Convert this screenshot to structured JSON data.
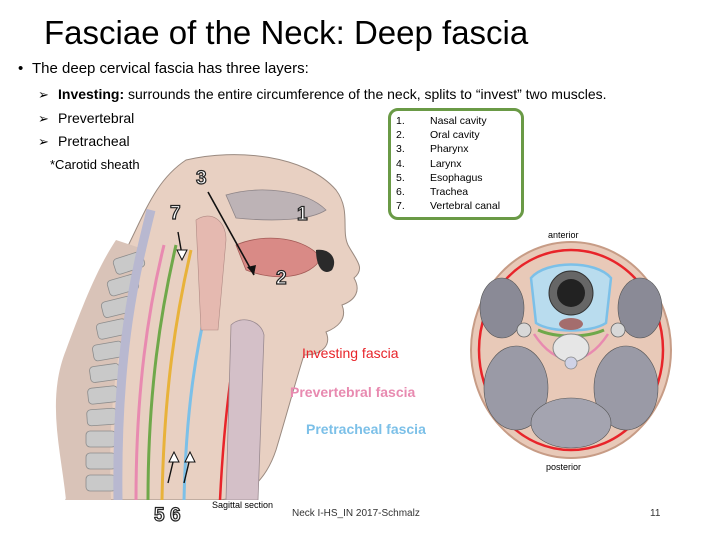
{
  "slide": {
    "title": "Fasciae of the Neck: Deep fascia",
    "bullet": "The deep cervical fascia has three layers:",
    "sub_items": [
      {
        "bold": "Investing:",
        "text": " surrounds the entire circumference of the neck, splits to “invest” two muscles."
      },
      {
        "text": "Prevertebral"
      },
      {
        "text": "Pretracheal"
      }
    ],
    "carotid": "*Carotid sheath"
  },
  "legend": [
    {
      "num": "1.",
      "label": "Nasal cavity"
    },
    {
      "num": "2.",
      "label": "Oral cavity"
    },
    {
      "num": "3.",
      "label": "Pharynx"
    },
    {
      "num": "4.",
      "label": "Larynx"
    },
    {
      "num": "5.",
      "label": "Esophagus"
    },
    {
      "num": "6.",
      "label": "Trachea"
    },
    {
      "num": "7.",
      "label": "Vertebral canal"
    }
  ],
  "sagittal": {
    "markers": {
      "n1": "1",
      "n2": "2",
      "n3": "3",
      "n7": "7",
      "n5": "5",
      "n6": "6"
    },
    "caption": "Sagittal section"
  },
  "cross_section": {
    "anterior": "anterior",
    "posterior": "posterior"
  },
  "fascia_labels": {
    "investing": "Investing fascia",
    "prevertebral": "Prevertebral fascia",
    "pretracheal": "Pretracheal fascia"
  },
  "footer": {
    "source": "Neck I-HS_IN 2017-Schmalz",
    "page": "11"
  },
  "colors": {
    "investing": "#e8242a",
    "prevertebral": "#e88ab0",
    "pretracheal": "#7cc0e8",
    "legend_border": "#6a9a46"
  }
}
